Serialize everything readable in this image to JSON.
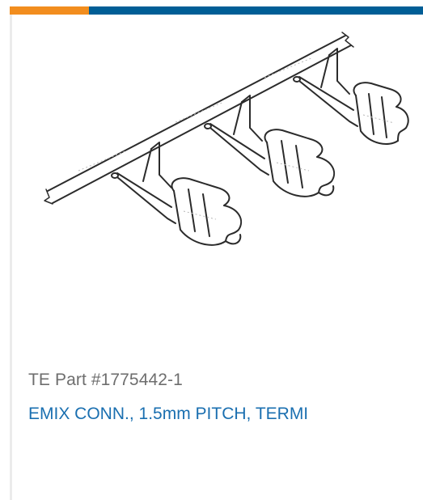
{
  "card": {
    "part_number": "TE Part #1775442-1",
    "title": "EMIX CONN., 1.5mm PITCH, TERMI",
    "image_icon": "terminal-strip-drawing"
  },
  "colors": {
    "accent_orange": "#f28d1e",
    "accent_blue": "#005e96",
    "link_blue": "#1a6fb0",
    "text_gray": "#6e6e6e",
    "rule_gray": "#ebebeb"
  }
}
